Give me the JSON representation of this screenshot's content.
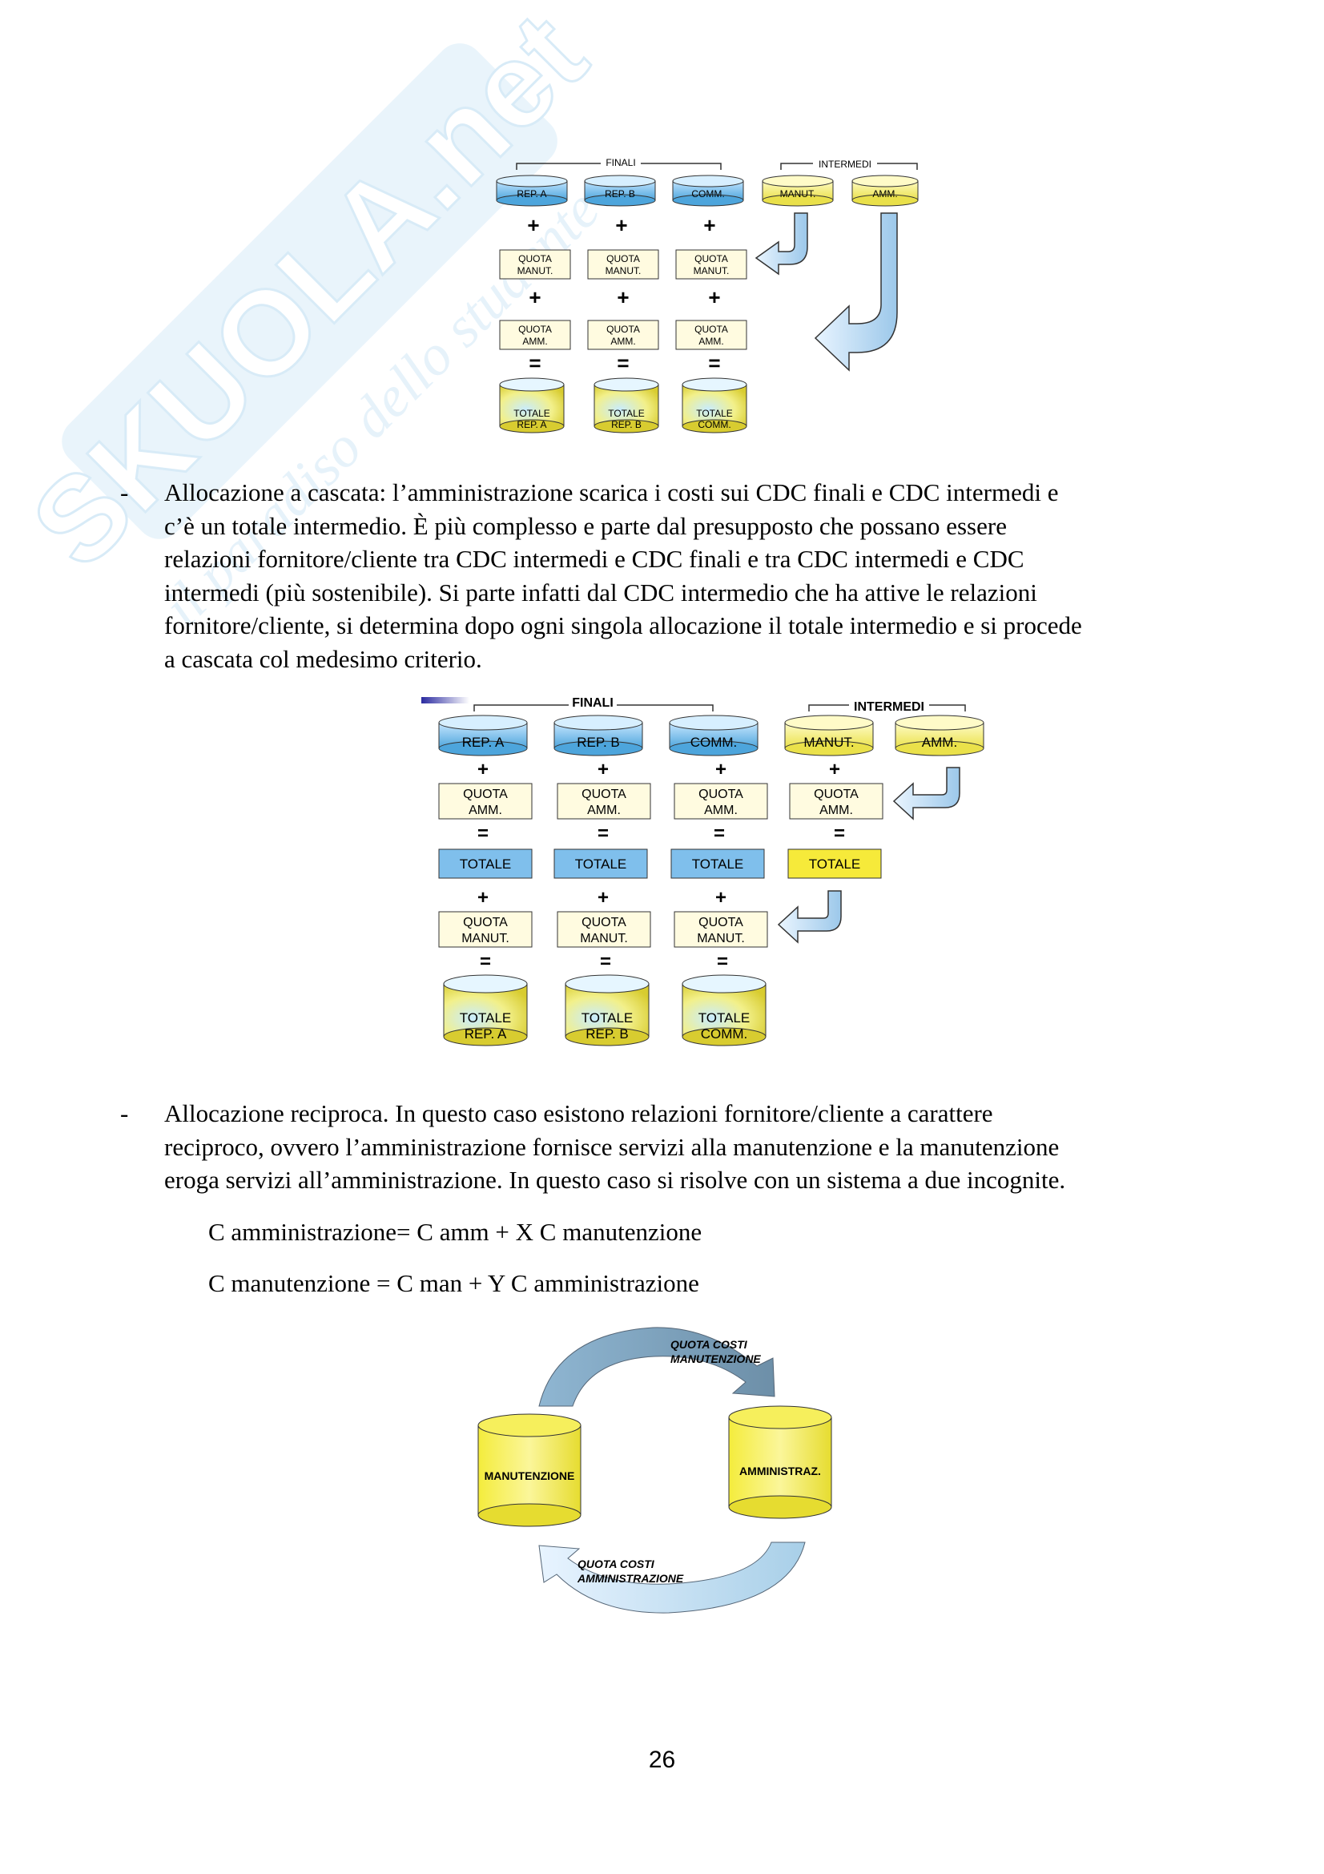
{
  "watermark": {
    "brand": "SKUOLA.net",
    "tagline": "il paradiso dello studente"
  },
  "diagram1": {
    "group_finali": "FINALI",
    "group_intermedi": "INTERMEDI",
    "top": [
      "REP. A",
      "REP. B",
      "COMM.",
      "MANUT.",
      "AMM."
    ],
    "plus": "+",
    "equals": "=",
    "quota_manut": [
      "QUOTA",
      "MANUT."
    ],
    "quota_amm": [
      "QUOTA",
      "AMM."
    ],
    "totals": [
      [
        "TOTALE",
        "REP. A"
      ],
      [
        "TOTALE",
        "REP. B"
      ],
      [
        "TOTALE",
        "COMM."
      ]
    ]
  },
  "paragraph1": {
    "dash": "-",
    "lines": [
      "Allocazione a cascata: l’amministrazione scarica i costi sui CDC finali e CDC intermedi e",
      "c’è un totale intermedio. È più complesso e parte dal presupposto che possano essere",
      "relazioni fornitore/cliente tra CDC intermedi e CDC finali e tra CDC intermedi e CDC",
      "intermedi (più sostenibile). Si parte infatti dal CDC intermedio che ha attive le relazioni",
      "fornitore/cliente, si determina dopo ogni singola allocazione il totale intermedio e si procede",
      "a cascata col medesimo criterio."
    ]
  },
  "diagram2": {
    "group_finali": "FINALI",
    "group_intermedi": "INTERMEDI",
    "top": [
      "REP. A",
      "REP. B",
      "COMM.",
      "MANUT.",
      "AMM."
    ],
    "plus": "+",
    "equals": "=",
    "quota_amm": [
      "QUOTA",
      "AMM."
    ],
    "totale": "TOTALE",
    "quota_manut": [
      "QUOTA",
      "MANUT."
    ],
    "totals": [
      [
        "TOTALE",
        "REP. A"
      ],
      [
        "TOTALE",
        "REP. B"
      ],
      [
        "TOTALE",
        "COMM."
      ]
    ]
  },
  "paragraph2": {
    "dash": "-",
    "lines": [
      "Allocazione reciproca. In questo caso esistono relazioni fornitore/cliente a carattere",
      "reciproco, ovvero l’amministrazione fornisce servizi alla manutenzione e la manutenzione",
      "eroga servizi all’amministrazione. In questo caso si risolve con un sistema a due incognite."
    ]
  },
  "formulas": [
    "C amministrazione= C amm +  X C manutenzione",
    "C manutenzione = C man + Y C amministrazione"
  ],
  "diagram3": {
    "left": "MANUTENZIONE",
    "right": "AMMINISTRAZ.",
    "top_arrow": [
      "QUOTA COSTI",
      "MANUTENZIONE"
    ],
    "bottom_arrow": [
      "QUOTA COSTI",
      "AMMINISTRAZIONE"
    ]
  },
  "page_number": "26"
}
